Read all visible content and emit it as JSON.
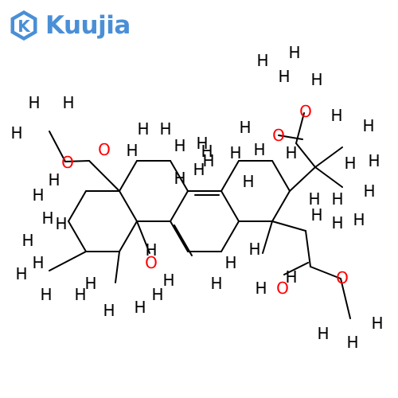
{
  "brand": {
    "name": "Kuujia",
    "color": "#4a8fd6"
  },
  "colors": {
    "bond": "#000000",
    "hydrogen": "#000000",
    "oxygen": "#ff0000"
  },
  "atom_labels": {
    "hydrogen": "H",
    "oxygen": "O"
  }
}
